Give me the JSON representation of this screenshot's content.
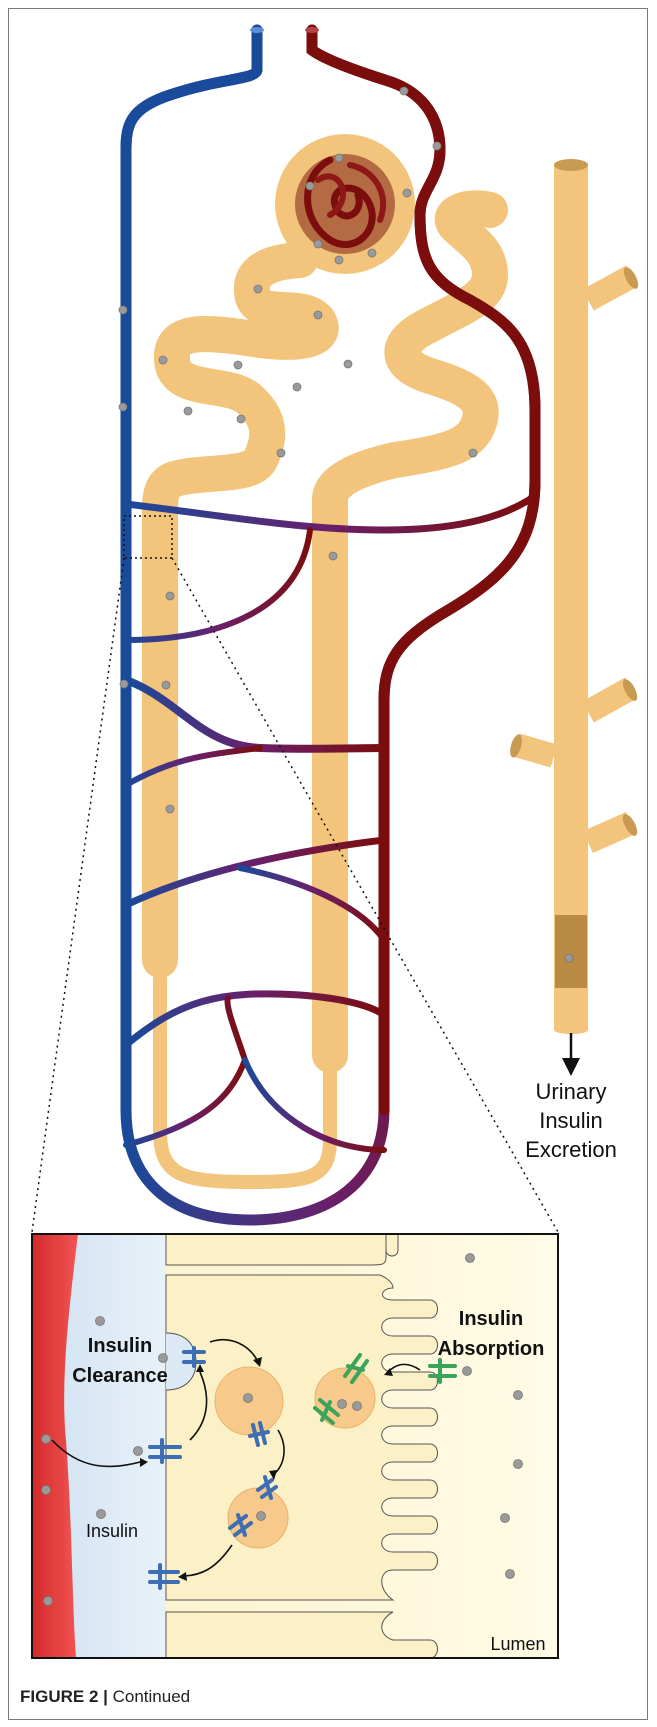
{
  "labels": {
    "urinary": [
      "Urinary",
      "Insulin",
      "Excretion"
    ],
    "insulin_clearance": [
      "Insulin",
      "Clearance"
    ],
    "insulin_absorption": [
      "Insulin",
      "Absorption"
    ],
    "insulin": "Insulin",
    "lumen": "Lumen"
  },
  "caption": {
    "prefix": "FIGURE 2 |",
    "text": "Continued"
  },
  "colors": {
    "vein": "#1a4a9a",
    "artery": "#7b0d0d",
    "tubule": "#f3c47c",
    "insulin_dot": "#9a9a9a",
    "receptor_blue": "#3d6db3",
    "receptor_green": "#3aa35c",
    "blood": "#e8403c",
    "interstitium": "#dce9f5",
    "cell": "#fbf0c6"
  }
}
